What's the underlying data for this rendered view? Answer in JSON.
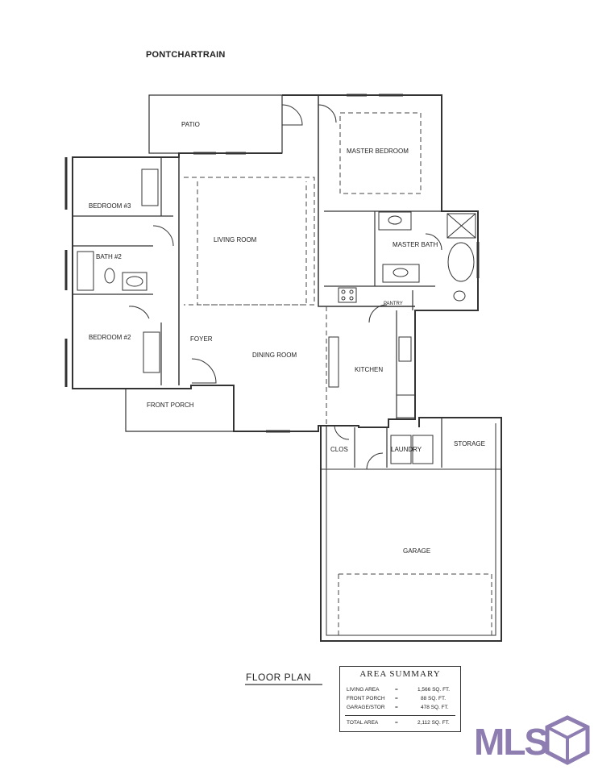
{
  "plan_title": "PONTCHARTRAIN",
  "caption": "FLOOR PLAN",
  "rooms": {
    "patio": "PATIO",
    "master_bedroom": "MASTER BEDROOM",
    "bedroom3": "BEDROOM #3",
    "living_room": "LIVING ROOM",
    "bath2": "BATH #2",
    "master_bath": "MASTER BATH",
    "pantry": "PANTRY",
    "bedroom2": "BEDROOM #2",
    "foyer": "FOYER",
    "dining_room": "DINING ROOM",
    "kitchen": "KITCHEN",
    "front_porch": "FRONT PORCH",
    "clos": "CLOS",
    "laundry": "LAUNDRY",
    "storage": "STORAGE",
    "garage": "GARAGE"
  },
  "area_summary": {
    "heading": "AREA SUMMARY",
    "rows": [
      {
        "label": "LIVING AREA",
        "eq": "=",
        "value": "1,566 SQ. FT."
      },
      {
        "label": "FRONT PORCH",
        "eq": "=",
        "value": "88 SQ. FT."
      },
      {
        "label": "GARAGE/STOR",
        "eq": "=",
        "value": "478 SQ. FT."
      },
      {
        "label": "TOTAL AREA",
        "eq": "=",
        "value": "2,112 SQ. FT."
      }
    ]
  },
  "watermark": {
    "text": "MLS",
    "box_letters": "BOX"
  },
  "colors": {
    "line": "#333333",
    "watermark": "#8e7db0"
  }
}
